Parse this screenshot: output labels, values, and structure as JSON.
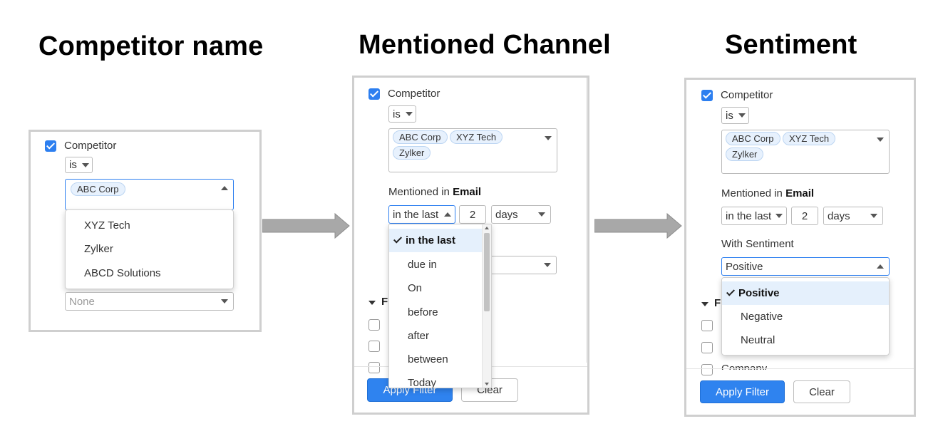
{
  "headings": {
    "competitor_name": "Competitor name",
    "mentioned_channel": "Mentioned Channel",
    "sentiment": "Sentiment"
  },
  "panel1": {
    "checkbox_label": "Competitor",
    "operator": "is",
    "selected_chips": [
      "ABC Corp"
    ],
    "dropdown_options": [
      "XYZ Tech",
      "Zylker",
      "ABCD Solutions"
    ],
    "secondary_placeholder": "None"
  },
  "panel2": {
    "checkbox_label": "Competitor",
    "operator": "is",
    "selected_chips": [
      "ABC Corp",
      "XYZ Tech",
      "Zylker"
    ],
    "mentioned_prefix": "Mentioned in ",
    "mentioned_channel": "Email",
    "period_value": "in the last",
    "number_value": "2",
    "unit_value": "days",
    "period_options": [
      "in the last",
      "due in",
      "On",
      "before",
      "after",
      "between",
      "Today"
    ],
    "selected_period_option": "in the last",
    "filter_section_partial": "F",
    "apply_label": "Apply Filter",
    "clear_label": "Clear"
  },
  "panel3": {
    "checkbox_label": "Competitor",
    "operator": "is",
    "selected_chips": [
      "ABC Corp",
      "XYZ Tech",
      "Zylker"
    ],
    "mentioned_prefix": "Mentioned in ",
    "mentioned_channel": "Email",
    "period_value": "in the last",
    "number_value": "2",
    "unit_value": "days",
    "sentiment_label": "With Sentiment",
    "sentiment_value": "Positive",
    "sentiment_options": [
      "Positive",
      "Negative",
      "Neutral"
    ],
    "selected_sentiment_option": "Positive",
    "filter_section_partial": "F",
    "partial_field_label": "Company",
    "apply_label": "Apply Filter",
    "clear_label": "Clear"
  },
  "colors": {
    "accent": "#2f83ef",
    "chip_bg": "#e7f1fd",
    "selected_option_bg": "#e5f0fc",
    "arrow": "#a8a8a8",
    "panel_border": "#cfcfcf"
  },
  "icons": {
    "checkbox": "checkbox-checked-icon",
    "caret": "caret-down-icon",
    "check": "checkmark-icon",
    "flow": "arrow-right-icon"
  }
}
